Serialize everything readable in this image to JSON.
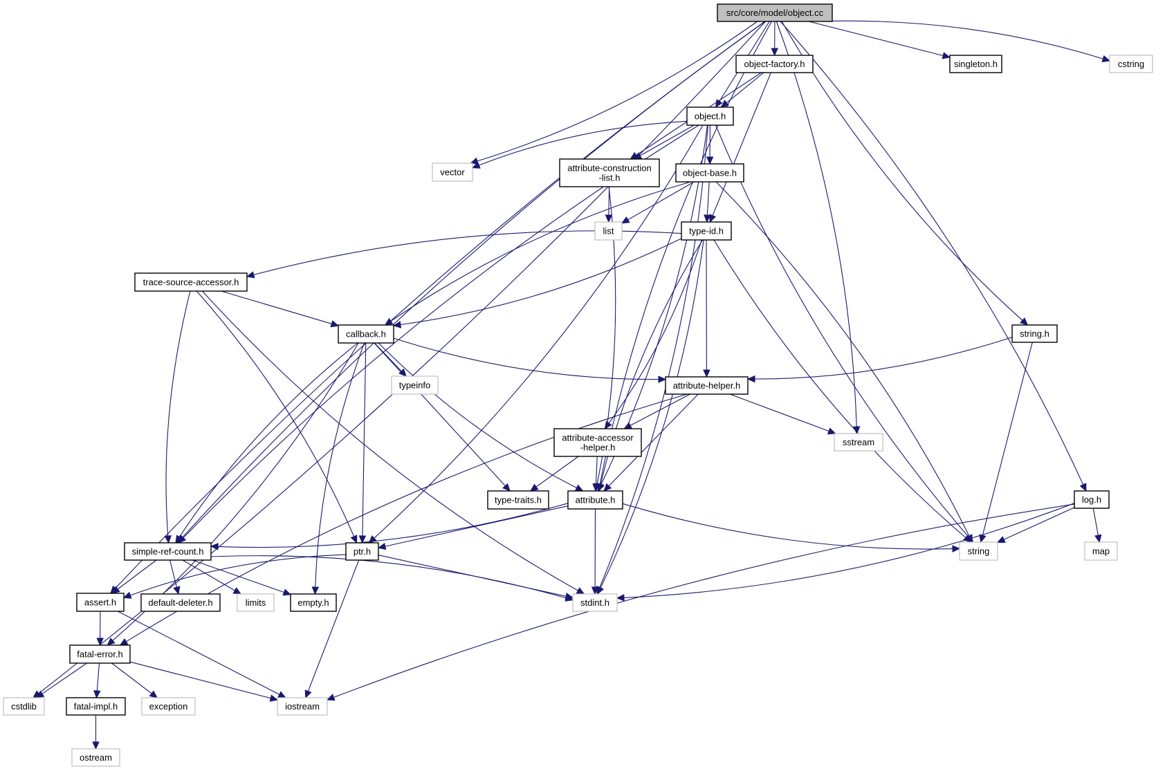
{
  "title": "src/core/model/object.cc",
  "colors": {
    "edge": "#191970",
    "root_fill": "#bfbfbf",
    "local_border": "#000000",
    "system_border": "#bfbfbf"
  },
  "nodes": [
    {
      "id": "root",
      "label": [
        "src/core/model/object.cc"
      ],
      "kind": "root"
    },
    {
      "id": "object-factory",
      "label": [
        "object-factory.h"
      ],
      "kind": "local"
    },
    {
      "id": "singleton",
      "label": [
        "singleton.h"
      ],
      "kind": "local"
    },
    {
      "id": "cstring",
      "label": [
        "cstring"
      ],
      "kind": "system"
    },
    {
      "id": "object",
      "label": [
        "object.h"
      ],
      "kind": "local"
    },
    {
      "id": "vector",
      "label": [
        "vector"
      ],
      "kind": "system"
    },
    {
      "id": "attr-construction",
      "label": [
        "attribute-construction",
        "-list.h"
      ],
      "kind": "local"
    },
    {
      "id": "object-base",
      "label": [
        "object-base.h"
      ],
      "kind": "local"
    },
    {
      "id": "list",
      "label": [
        "list"
      ],
      "kind": "system"
    },
    {
      "id": "type-id",
      "label": [
        "type-id.h"
      ],
      "kind": "local"
    },
    {
      "id": "trace-source",
      "label": [
        "trace-source-accessor.h"
      ],
      "kind": "local"
    },
    {
      "id": "callback",
      "label": [
        "callback.h"
      ],
      "kind": "local"
    },
    {
      "id": "string-h",
      "label": [
        "string.h"
      ],
      "kind": "local"
    },
    {
      "id": "typeinfo",
      "label": [
        "typeinfo"
      ],
      "kind": "system"
    },
    {
      "id": "attr-helper",
      "label": [
        "attribute-helper.h"
      ],
      "kind": "local"
    },
    {
      "id": "attr-accessor",
      "label": [
        "attribute-accessor",
        "-helper.h"
      ],
      "kind": "local"
    },
    {
      "id": "sstream",
      "label": [
        "sstream"
      ],
      "kind": "system"
    },
    {
      "id": "type-traits",
      "label": [
        "type-traits.h"
      ],
      "kind": "local"
    },
    {
      "id": "attribute",
      "label": [
        "attribute.h"
      ],
      "kind": "local"
    },
    {
      "id": "log",
      "label": [
        "log.h"
      ],
      "kind": "local"
    },
    {
      "id": "simple-ref",
      "label": [
        "simple-ref-count.h"
      ],
      "kind": "local"
    },
    {
      "id": "ptr",
      "label": [
        "ptr.h"
      ],
      "kind": "local"
    },
    {
      "id": "string",
      "label": [
        "string"
      ],
      "kind": "system"
    },
    {
      "id": "map",
      "label": [
        "map"
      ],
      "kind": "system"
    },
    {
      "id": "assert",
      "label": [
        "assert.h"
      ],
      "kind": "local"
    },
    {
      "id": "default-deleter",
      "label": [
        "default-deleter.h"
      ],
      "kind": "local"
    },
    {
      "id": "limits",
      "label": [
        "limits"
      ],
      "kind": "system"
    },
    {
      "id": "empty",
      "label": [
        "empty.h"
      ],
      "kind": "local"
    },
    {
      "id": "stdint",
      "label": [
        "stdint.h"
      ],
      "kind": "system"
    },
    {
      "id": "fatal-error",
      "label": [
        "fatal-error.h"
      ],
      "kind": "local"
    },
    {
      "id": "cstdlib",
      "label": [
        "cstdlib"
      ],
      "kind": "system"
    },
    {
      "id": "fatal-impl",
      "label": [
        "fatal-impl.h"
      ],
      "kind": "local"
    },
    {
      "id": "exception",
      "label": [
        "exception"
      ],
      "kind": "system"
    },
    {
      "id": "iostream",
      "label": [
        "iostream"
      ],
      "kind": "system"
    },
    {
      "id": "ostream",
      "label": [
        "ostream"
      ],
      "kind": "system"
    }
  ],
  "edges": [
    [
      "root",
      "object-factory"
    ],
    [
      "root",
      "singleton"
    ],
    [
      "root",
      "cstring"
    ],
    [
      "root",
      "object"
    ],
    [
      "root",
      "vector"
    ],
    [
      "root",
      "attribute"
    ],
    [
      "root",
      "sstream"
    ],
    [
      "root",
      "string-h"
    ],
    [
      "root",
      "log"
    ],
    [
      "root",
      "assert"
    ],
    [
      "root",
      "cstdlib"
    ],
    [
      "root",
      "simple-ref"
    ],
    [
      "object-factory",
      "object"
    ],
    [
      "object-factory",
      "attr-construction"
    ],
    [
      "object-factory",
      "type-id"
    ],
    [
      "object",
      "vector"
    ],
    [
      "object",
      "attr-construction"
    ],
    [
      "object",
      "object-base"
    ],
    [
      "object",
      "ptr"
    ],
    [
      "object",
      "simple-ref"
    ],
    [
      "object",
      "attribute"
    ],
    [
      "object",
      "string"
    ],
    [
      "object",
      "stdint"
    ],
    [
      "attr-construction",
      "list"
    ],
    [
      "attr-construction",
      "attribute"
    ],
    [
      "object-base",
      "list"
    ],
    [
      "object-base",
      "type-id"
    ],
    [
      "object-base",
      "callback"
    ],
    [
      "object-base",
      "string"
    ],
    [
      "type-id",
      "trace-source"
    ],
    [
      "type-id",
      "callback"
    ],
    [
      "type-id",
      "attr-helper"
    ],
    [
      "type-id",
      "attr-accessor"
    ],
    [
      "type-id",
      "attribute"
    ],
    [
      "type-id",
      "stdint"
    ],
    [
      "type-id",
      "string"
    ],
    [
      "trace-source",
      "callback"
    ],
    [
      "trace-source",
      "simple-ref"
    ],
    [
      "trace-source",
      "ptr"
    ],
    [
      "trace-source",
      "stdint"
    ],
    [
      "callback",
      "typeinfo"
    ],
    [
      "callback",
      "attr-helper"
    ],
    [
      "callback",
      "type-traits"
    ],
    [
      "callback",
      "attribute"
    ],
    [
      "callback",
      "ptr"
    ],
    [
      "callback",
      "simple-ref"
    ],
    [
      "callback",
      "fatal-error"
    ],
    [
      "callback",
      "empty"
    ],
    [
      "string-h",
      "attr-helper"
    ],
    [
      "string-h",
      "string"
    ],
    [
      "attr-helper",
      "attr-accessor"
    ],
    [
      "attr-helper",
      "sstream"
    ],
    [
      "attr-helper",
      "attribute"
    ],
    [
      "attr-helper",
      "fatal-error"
    ],
    [
      "attr-accessor",
      "type-traits"
    ],
    [
      "attr-accessor",
      "attribute"
    ],
    [
      "attribute",
      "simple-ref"
    ],
    [
      "attribute",
      "ptr"
    ],
    [
      "attribute",
      "stdint"
    ],
    [
      "attribute",
      "string"
    ],
    [
      "log",
      "string"
    ],
    [
      "log",
      "map"
    ],
    [
      "log",
      "stdint"
    ],
    [
      "log",
      "iostream"
    ],
    [
      "simple-ref",
      "assert"
    ],
    [
      "simple-ref",
      "default-deleter"
    ],
    [
      "simple-ref",
      "limits"
    ],
    [
      "simple-ref",
      "empty"
    ],
    [
      "simple-ref",
      "stdint"
    ],
    [
      "ptr",
      "assert"
    ],
    [
      "ptr",
      "stdint"
    ],
    [
      "ptr",
      "iostream"
    ],
    [
      "assert",
      "fatal-error"
    ],
    [
      "assert",
      "iostream"
    ],
    [
      "fatal-error",
      "cstdlib"
    ],
    [
      "fatal-error",
      "fatal-impl"
    ],
    [
      "fatal-error",
      "exception"
    ],
    [
      "fatal-error",
      "iostream"
    ],
    [
      "fatal-impl",
      "ostream"
    ]
  ]
}
